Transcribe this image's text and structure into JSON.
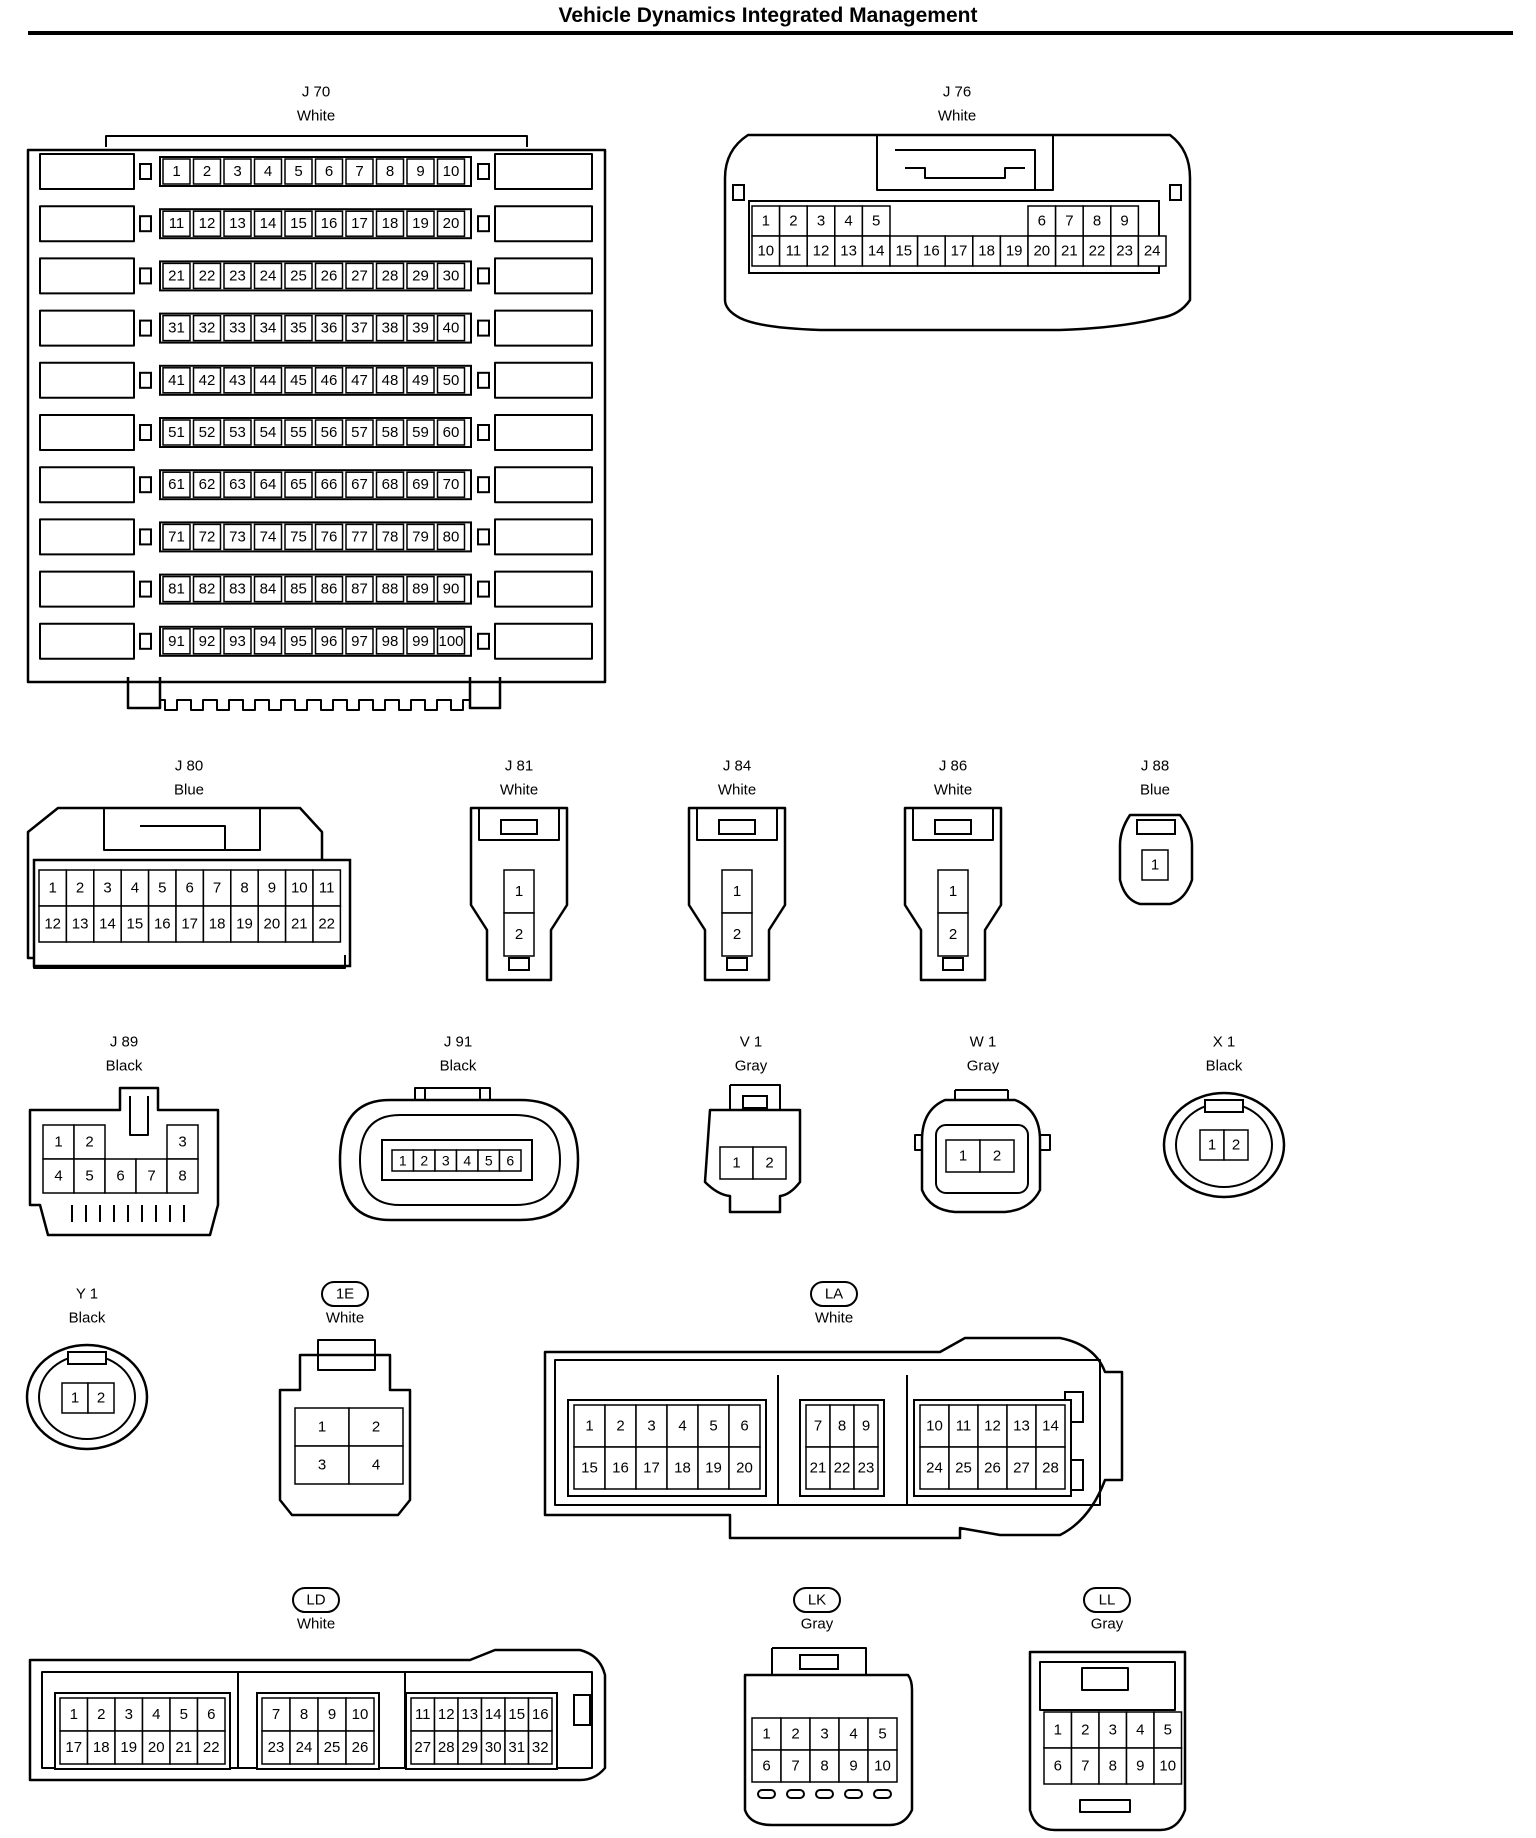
{
  "page": {
    "title": "Vehicle Dynamics Integrated Management"
  },
  "connectors": [
    {
      "id": "J 70",
      "color": "White",
      "circled": false,
      "rows": [
        [
          "1",
          "2",
          "3",
          "4",
          "5",
          "6",
          "7",
          "8",
          "9",
          "10"
        ],
        [
          "11",
          "12",
          "13",
          "14",
          "15",
          "16",
          "17",
          "18",
          "19",
          "20"
        ],
        [
          "21",
          "22",
          "23",
          "24",
          "25",
          "26",
          "27",
          "28",
          "29",
          "30"
        ],
        [
          "31",
          "32",
          "33",
          "34",
          "35",
          "36",
          "37",
          "38",
          "39",
          "40"
        ],
        [
          "41",
          "42",
          "43",
          "44",
          "45",
          "46",
          "47",
          "48",
          "49",
          "50"
        ],
        [
          "51",
          "52",
          "53",
          "54",
          "55",
          "56",
          "57",
          "58",
          "59",
          "60"
        ],
        [
          "61",
          "62",
          "63",
          "64",
          "65",
          "66",
          "67",
          "68",
          "69",
          "70"
        ],
        [
          "71",
          "72",
          "73",
          "74",
          "75",
          "76",
          "77",
          "78",
          "79",
          "80"
        ],
        [
          "81",
          "82",
          "83",
          "84",
          "85",
          "86",
          "87",
          "88",
          "89",
          "90"
        ],
        [
          "91",
          "92",
          "93",
          "94",
          "95",
          "96",
          "97",
          "98",
          "99",
          "100"
        ]
      ]
    },
    {
      "id": "J 76",
      "color": "White",
      "circled": false,
      "rows": [
        [
          "1",
          "2",
          "3",
          "4",
          "5",
          "",
          "",
          "",
          "",
          "",
          "6",
          "7",
          "8",
          "9"
        ],
        [
          "10",
          "11",
          "12",
          "13",
          "14",
          "15",
          "16",
          "17",
          "18",
          "19",
          "20",
          "21",
          "22",
          "23",
          "24"
        ]
      ]
    },
    {
      "id": "J 80",
      "color": "Blue",
      "circled": false,
      "rows": [
        [
          "1",
          "2",
          "3",
          "4",
          "5",
          "6",
          "7",
          "8",
          "9",
          "10",
          "11"
        ],
        [
          "12",
          "13",
          "14",
          "15",
          "16",
          "17",
          "18",
          "19",
          "20",
          "21",
          "22"
        ]
      ]
    },
    {
      "id": "J 81",
      "color": "White",
      "circled": false,
      "rows": [
        [
          "1"
        ],
        [
          "2"
        ]
      ]
    },
    {
      "id": "J 84",
      "color": "White",
      "circled": false,
      "rows": [
        [
          "1"
        ],
        [
          "2"
        ]
      ]
    },
    {
      "id": "J 86",
      "color": "White",
      "circled": false,
      "rows": [
        [
          "1"
        ],
        [
          "2"
        ]
      ]
    },
    {
      "id": "J 88",
      "color": "Blue",
      "circled": false,
      "rows": [
        [
          "1"
        ]
      ]
    },
    {
      "id": "J 89",
      "color": "Black",
      "circled": false,
      "rows": [
        [
          "1",
          "2",
          "",
          "",
          "3"
        ],
        [
          "4",
          "5",
          "6",
          "7",
          "8"
        ]
      ]
    },
    {
      "id": "J 91",
      "color": "Black",
      "circled": false,
      "rows": [
        [
          "1",
          "2",
          "3",
          "4",
          "5",
          "6"
        ]
      ]
    },
    {
      "id": "V 1",
      "color": "Gray",
      "circled": false,
      "rows": [
        [
          "1",
          "2"
        ]
      ]
    },
    {
      "id": "W 1",
      "color": "Gray",
      "circled": false,
      "rows": [
        [
          "1",
          "2"
        ]
      ]
    },
    {
      "id": "X 1",
      "color": "Black",
      "circled": false,
      "rows": [
        [
          "1",
          "2"
        ]
      ]
    },
    {
      "id": "Y 1",
      "color": "Black",
      "circled": false,
      "rows": [
        [
          "1",
          "2"
        ]
      ]
    },
    {
      "id": "1E",
      "color": "White",
      "circled": true,
      "rows": [
        [
          "1",
          "2"
        ],
        [
          "3",
          "4"
        ]
      ]
    },
    {
      "id": "LA",
      "color": "White",
      "circled": true,
      "groups": [
        [
          [
            "1",
            "2",
            "3",
            "4",
            "5",
            "6"
          ],
          [
            "15",
            "16",
            "17",
            "18",
            "19",
            "20"
          ]
        ],
        [
          [
            "7",
            "8",
            "9"
          ],
          [
            "21",
            "22",
            "23"
          ]
        ],
        [
          [
            "10",
            "11",
            "12",
            "13",
            "14"
          ],
          [
            "24",
            "25",
            "26",
            "27",
            "28"
          ]
        ]
      ]
    },
    {
      "id": "LD",
      "color": "White",
      "circled": true,
      "groups": [
        [
          [
            "1",
            "2",
            "3",
            "4",
            "5",
            "6"
          ],
          [
            "17",
            "18",
            "19",
            "20",
            "21",
            "22"
          ]
        ],
        [
          [
            "7",
            "8",
            "9",
            "10"
          ],
          [
            "23",
            "24",
            "25",
            "26"
          ]
        ],
        [
          [
            "11",
            "12",
            "13",
            "14",
            "15",
            "16"
          ],
          [
            "27",
            "28",
            "29",
            "30",
            "31",
            "32"
          ]
        ]
      ]
    },
    {
      "id": "LK",
      "color": "Gray",
      "circled": true,
      "rows": [
        [
          "1",
          "2",
          "3",
          "4",
          "5"
        ],
        [
          "6",
          "7",
          "8",
          "9",
          "10"
        ]
      ]
    },
    {
      "id": "LL",
      "color": "Gray",
      "circled": true,
      "rows": [
        [
          "1",
          "2",
          "3",
          "4",
          "5"
        ],
        [
          "6",
          "7",
          "8",
          "9",
          "10"
        ]
      ]
    }
  ]
}
